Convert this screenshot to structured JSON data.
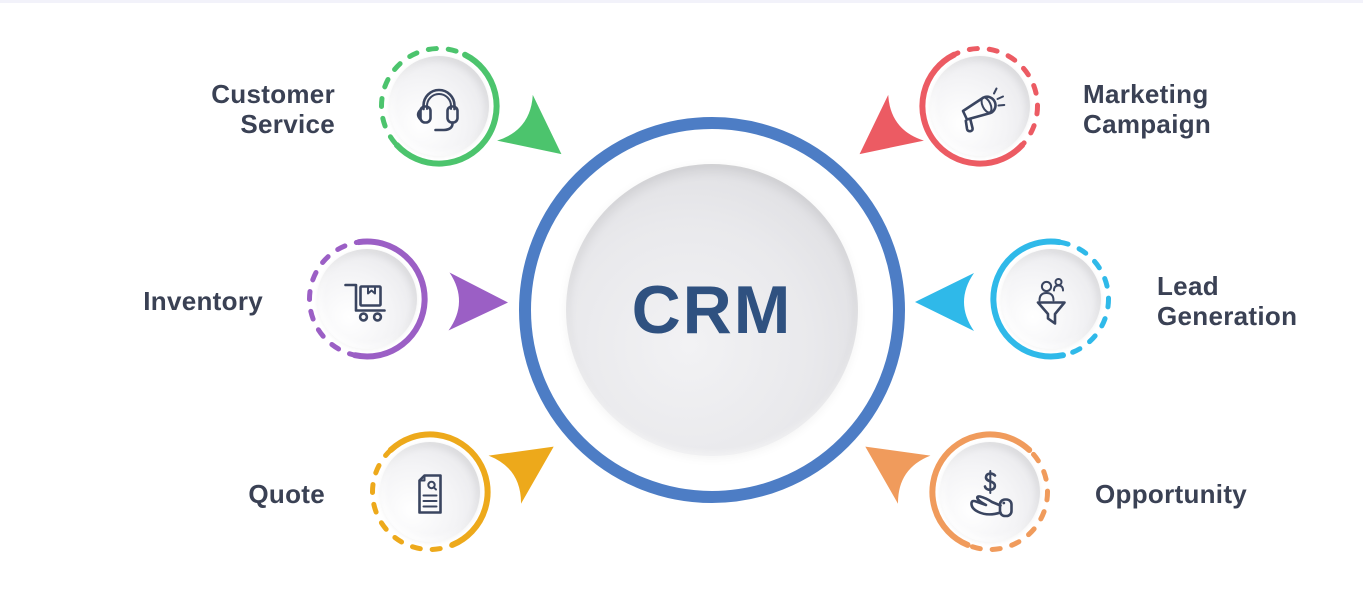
{
  "hub": {
    "title": "CRM"
  },
  "colors": {
    "hub_ring": "#4D7DC5",
    "hub_text": "#2F5180",
    "label_text": "#3A4154",
    "icon_stroke": "#3A4560"
  },
  "nodes": [
    {
      "id": "customer-service",
      "label": "Customer Service",
      "color": "#4CC46D",
      "icon": "headset-icon"
    },
    {
      "id": "marketing-campaign",
      "label": "Marketing Campaign",
      "color": "#EC5B63",
      "icon": "megaphone-icon"
    },
    {
      "id": "inventory",
      "label": "Inventory",
      "color": "#9B5FC5",
      "icon": "cart-icon"
    },
    {
      "id": "lead-generation",
      "label": "Lead Generation",
      "color": "#2FB9E9",
      "icon": "leads-funnel-icon"
    },
    {
      "id": "quote",
      "label": "Quote",
      "color": "#EDA91B",
      "icon": "quote-document-icon"
    },
    {
      "id": "opportunity",
      "label": "Opportunity",
      "color": "#F09B5C",
      "icon": "hand-dollar-icon"
    }
  ]
}
